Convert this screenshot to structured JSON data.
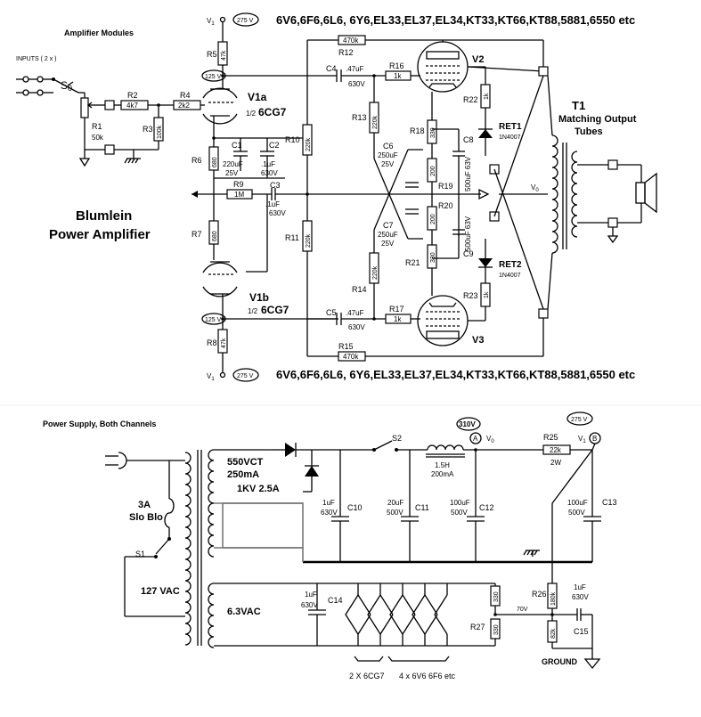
{
  "amplifier": {
    "section_title": "Amplifier Modules",
    "inputs_label": "INPUTS  ( 2 x )",
    "title_line1": "Blumlein",
    "title_line2": "Power Amplifier",
    "switch_label": "S",
    "switch_sub": "0",
    "tubes_top": "6V6,6F6,6L6, 6Y6,EL33,EL37,EL34,KT33,KT66,KT88,5881,6550 etc",
    "tubes_bottom": "6V6,6F6,6L6, 6Y6,EL33,EL37,EL34,KT33,KT66,KT88,5881,6550 etc",
    "v1_label": "V",
    "v1_sub": "1",
    "v275": "275 V",
    "v125": "125 V",
    "v1a": {
      "name": "V1a",
      "half": "1/2",
      "type": "6CG7"
    },
    "v1b": {
      "name": "V1b",
      "half": "1/2",
      "type": "6CG7"
    },
    "v2": "V2",
    "v3": "V3",
    "resistors": {
      "R1": {
        "name": "R1",
        "value": "50k"
      },
      "R2": {
        "name": "R2",
        "value": "4k7"
      },
      "R3": {
        "name": "R3",
        "value": "100k"
      },
      "R4": {
        "name": "R4",
        "value": "2k2"
      },
      "R5": {
        "name": "R5",
        "value": "47k"
      },
      "R6": {
        "name": "R6",
        "value": "680"
      },
      "R7": {
        "name": "R7",
        "value": "680"
      },
      "R8": {
        "name": "R8",
        "value": "47k"
      },
      "R9": {
        "name": "R9",
        "value": "1M"
      },
      "R10": {
        "name": "R10",
        "value": "220k"
      },
      "R11": {
        "name": "R11",
        "value": "220k"
      },
      "R12": {
        "name": "R12",
        "value": "470k"
      },
      "R13": {
        "name": "R13",
        "value": "220k"
      },
      "R14": {
        "name": "R14",
        "value": "220k"
      },
      "R15": {
        "name": "R15",
        "value": "470k"
      },
      "R16": {
        "name": "R16",
        "value": "1k"
      },
      "R17": {
        "name": "R17",
        "value": "1k"
      },
      "R18": {
        "name": "R18",
        "value": "330"
      },
      "R19": {
        "name": "R19",
        "value": "200"
      },
      "R20": {
        "name": "R20",
        "value": "200"
      },
      "R21": {
        "name": "R21",
        "value": "330"
      },
      "R22": {
        "name": "R22",
        "value": "1k"
      },
      "R23": {
        "name": "R23",
        "value": "1k"
      }
    },
    "caps": {
      "C1": {
        "name": "C1",
        "v1": "220uF",
        "v2": "25V"
      },
      "C2": {
        "name": "C2",
        "v1": ".1uF",
        "v2": "630V"
      },
      "C3": {
        "name": "C3",
        "v1": ".1uF",
        "v2": "630V"
      },
      "C4": {
        "name": "C4",
        "v1": ".47uF",
        "v2": "630V"
      },
      "C5": {
        "name": "C5",
        "v1": ".47uF",
        "v2": "630V"
      },
      "C6": {
        "name": "C6",
        "v1": "250uF",
        "v2": "25V"
      },
      "C7": {
        "name": "C7",
        "v1": "250uF",
        "v2": "25V"
      },
      "C8": {
        "name": "C8",
        "v1": "500uF 63V"
      },
      "C9": {
        "name": "C9",
        "v1": "500uF 63V"
      }
    },
    "ret1": {
      "name": "RET1",
      "type": "1N4007"
    },
    "ret2": {
      "name": "RET2",
      "type": "1N4007"
    },
    "t1": {
      "name": "T1",
      "line1": "Matching Output",
      "line2": "Tubes"
    },
    "v0_label": "V",
    "v0_sub": "0"
  },
  "power": {
    "section_title": "Power Supply, Both Channels",
    "fuse_line1": "3A",
    "fuse_line2": "Slo Blo",
    "s1": "S1",
    "s2": "S2",
    "mains": "127 VAC",
    "hv_line1": "550VCT",
    "hv_line2": "250mA",
    "diode_rating": "1KV 2.5A",
    "heater": "6.3VAC",
    "v310": "310V",
    "v275": "275 V",
    "node_a": "A",
    "node_b": "B",
    "v0_label": "V",
    "v0_sub": "0",
    "v1_label": "V",
    "v1_sub": "1",
    "choke_line1": "1.5H",
    "choke_line2": "200mA",
    "r25": {
      "name": "R25",
      "value": "22k",
      "power": "2W"
    },
    "r26": {
      "name": "R26",
      "value": "180k"
    },
    "r27": {
      "name": "R27",
      "value": "330",
      "value2": "330"
    },
    "r82k": "82k",
    "node_70v": "70V",
    "c10": {
      "name": "C10",
      "v1": "1uF",
      "v2": "630V"
    },
    "c11": {
      "name": "C11",
      "v1": "20uF",
      "v2": "500V"
    },
    "c12": {
      "name": "C12",
      "v1": "100uF",
      "v2": "500V"
    },
    "c13": {
      "name": "C13",
      "v1": "100uF",
      "v2": "500V"
    },
    "c14": {
      "name": "C14",
      "v1": "1uF",
      "v2": "630V"
    },
    "c15": {
      "name": "C15",
      "v1": "1uF",
      "v2": "630V"
    },
    "ground": "GROUND",
    "heater_note1": "2 X 6CG7",
    "heater_note2": "4 x 6V6 6F6 etc"
  }
}
